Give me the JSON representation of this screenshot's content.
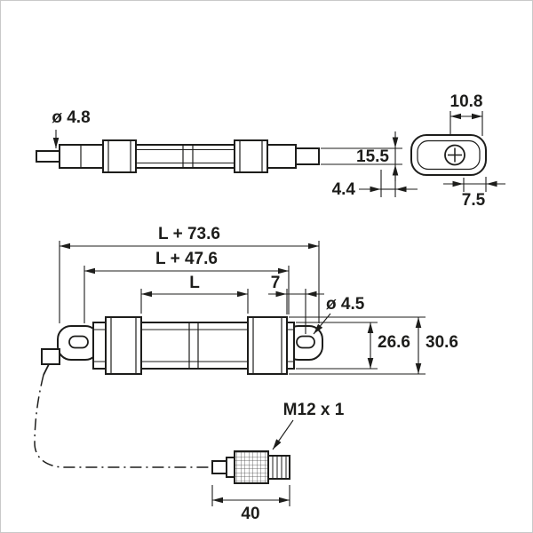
{
  "page": {
    "background_color": "#ffffff",
    "line_color": "#1d1d1b"
  },
  "side_view": {
    "dims": {
      "cable_diameter": "ø 4.8",
      "end_height": "15.5",
      "end_offset": "4.4"
    }
  },
  "end_view": {
    "dims": {
      "width": "10.8",
      "height": "7.5"
    }
  },
  "front_view": {
    "dims": {
      "overall_length": "L + 73.6",
      "clamp_span": "L + 47.6",
      "stroke_length": "L",
      "end_gap": "7",
      "mount_hole": "ø 4.5",
      "body_height": "26.6",
      "total_height": "30.6"
    }
  },
  "cable": {
    "connector_thread": "M12 x 1",
    "connector_length": "40"
  }
}
